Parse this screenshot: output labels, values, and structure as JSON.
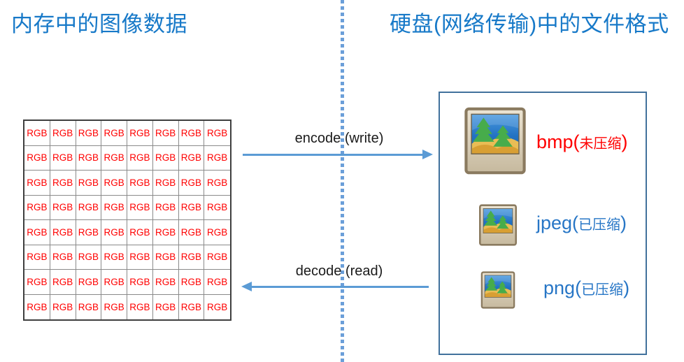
{
  "left": {
    "title": "内存中的图像数据",
    "grid": {
      "rows": 8,
      "cols": 8,
      "cell_label": "RGB"
    }
  },
  "arrows": {
    "encode": {
      "label": "encode (write)",
      "direction": "right"
    },
    "decode": {
      "label": "decode (read)",
      "direction": "left"
    }
  },
  "right": {
    "title": "硬盘(网络传输)中的文件格式",
    "formats": [
      {
        "name": "bmp",
        "open_paren": "(",
        "note": "未压缩",
        "close_paren": ")",
        "color": "#FF0000",
        "icon": "photo-file-icon"
      },
      {
        "name": "jpeg",
        "open_paren": "(",
        "note": "已压缩",
        "close_paren": ")",
        "color": "#2776C6",
        "icon": "photo-file-icon"
      },
      {
        "name": "png",
        "open_paren": "(",
        "note": "已压缩",
        "close_paren": ")",
        "color": "#2776C6",
        "icon": "photo-file-icon"
      }
    ]
  },
  "colors": {
    "title_blue": "#1779C8",
    "arrow_blue": "#5B9BD5",
    "divider_blue": "#6B9FD9",
    "panel_border": "#41719C",
    "grid_outer": "#3F3F3F",
    "grid_inner": "#8A8A8A",
    "rgb_red": "#FF0000",
    "label_black": "#1A1A1A"
  }
}
